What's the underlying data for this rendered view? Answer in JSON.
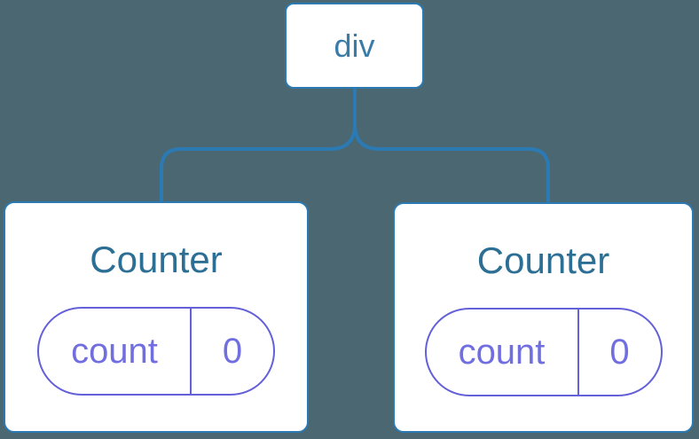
{
  "diagram": {
    "description_label": "component-tree",
    "root": {
      "label": "div"
    },
    "children": [
      {
        "title": "Counter",
        "state": {
          "key": "count",
          "value": "0"
        }
      },
      {
        "title": "Counter",
        "state": {
          "key": "count",
          "value": "0"
        }
      }
    ]
  },
  "colors": {
    "background": "#4B6771",
    "node_bg": "#FFFFFF",
    "node_border": "#2B7AB3",
    "connector": "#2B7AB3",
    "root_label": "#3A7CA8",
    "counter_title": "#2D6F94",
    "pill_border": "#6360D8",
    "pill_text": "#716EE0"
  }
}
